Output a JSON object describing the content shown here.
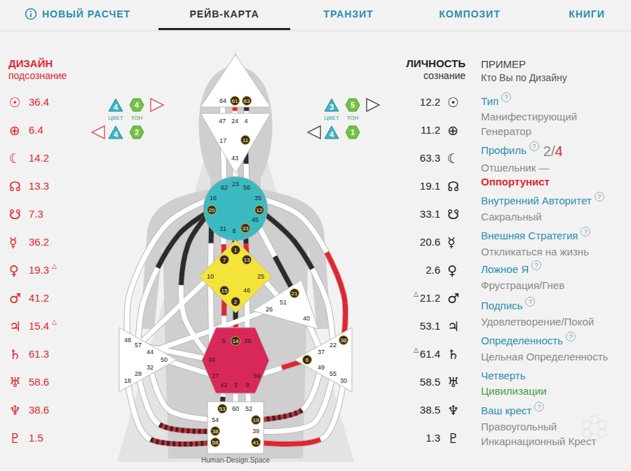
{
  "diagram": {
    "nodes": [
      {
        "text": [
          "64",
          "61",
          "63"
        ]
      },
      {
        "text": [
          "47",
          "24",
          "4",
          "17",
          "11",
          "43"
        ]
      },
      {
        "text": [
          "62",
          "23",
          "56",
          "16",
          "35",
          "20",
          "12",
          "31",
          "8",
          "33",
          "45"
        ]
      },
      {
        "text": [
          "1",
          "7",
          "13",
          "10",
          "25",
          "15",
          "46",
          "2"
        ]
      },
      {
        "text": [
          "21",
          "51",
          "26",
          "40"
        ]
      },
      {
        "text": [
          "48",
          "57",
          "44",
          "50",
          "32",
          "28",
          "18"
        ]
      },
      {
        "text": [
          "5",
          "14",
          "29",
          "34",
          "59",
          "27",
          "42",
          "3",
          "9"
        ]
      },
      {
        "text": [
          "36",
          "22",
          "37",
          "6",
          "49",
          "55",
          "30"
        ]
      },
      {
        "text": [
          "53",
          "60",
          "52",
          "54",
          "19",
          "38",
          "39",
          "58",
          "41"
        ]
      },
      {
        "text": [
          "4"
        ]
      },
      {
        "text": [
          "4"
        ]
      },
      {
        "text": [
          "4"
        ]
      },
      {
        "text": [
          "2"
        ]
      },
      {
        "text": [
          "3"
        ]
      },
      {
        "text": [
          "5"
        ]
      },
      {
        "text": [
          "4"
        ]
      },
      {
        "text": [
          "1"
        ]
      }
    ],
    "edges": [
      {
        "from": 0,
        "to": 1,
        "arrow": "none"
      },
      {
        "from": 0,
        "to": 1,
        "arrow": "none"
      },
      {
        "from": 0,
        "to": 1,
        "arrow": "none"
      },
      {
        "from": 1,
        "to": 2,
        "arrow": "none"
      },
      {
        "from": 1,
        "to": 2,
        "arrow": "none"
      },
      {
        "from": 1,
        "to": 2,
        "arrow": "none"
      },
      {
        "from": 2,
        "to": 3,
        "arrow": "none"
      },
      {
        "from": 2,
        "to": 3,
        "arrow": "none"
      },
      {
        "from": 2,
        "to": 3,
        "arrow": "none"
      },
      {
        "from": 2,
        "to": 5,
        "arrow": "none"
      },
      {
        "from": 2,
        "to": 5,
        "arrow": "none"
      },
      {
        "from": 2,
        "to": 6,
        "arrow": "none"
      },
      {
        "from": 2,
        "to": 3,
        "arrow": "none"
      },
      {
        "from": 2,
        "to": 4,
        "arrow": "none"
      },
      {
        "from": 2,
        "to": 7,
        "arrow": "none"
      },
      {
        "from": 2,
        "to": 7,
        "arrow": "none"
      },
      {
        "from": 3,
        "to": 4,
        "arrow": "none"
      },
      {
        "from": 3,
        "to": 6,
        "arrow": "none"
      },
      {
        "from": 3,
        "to": 6,
        "arrow": "none"
      },
      {
        "from": 3,
        "to": 6,
        "arrow": "none"
      },
      {
        "from": 3,
        "to": 5,
        "arrow": "none"
      },
      {
        "from": 3,
        "to": 6,
        "arrow": "none"
      },
      {
        "from": 4,
        "to": 5,
        "arrow": "none"
      },
      {
        "from": 4,
        "to": 7,
        "arrow": "none"
      },
      {
        "from": 5,
        "to": 6,
        "arrow": "none"
      },
      {
        "from": 5,
        "to": 6,
        "arrow": "none"
      },
      {
        "from": 5,
        "to": 8,
        "arrow": "none"
      },
      {
        "from": 5,
        "to": 8,
        "arrow": "none"
      },
      {
        "from": 5,
        "to": 8,
        "arrow": "none"
      },
      {
        "from": 6,
        "to": 8,
        "arrow": "none"
      },
      {
        "from": 6,
        "to": 8,
        "arrow": "none"
      },
      {
        "from": 6,
        "to": 8,
        "arrow": "none"
      },
      {
        "from": 6,
        "to": 7,
        "arrow": "none"
      },
      {
        "from": 7,
        "to": 8,
        "arrow": "none"
      },
      {
        "from": 7,
        "to": 8,
        "arrow": "none"
      },
      {
        "from": 7,
        "to": 8,
        "arrow": "none"
      }
    ],
    "labels": [
      "НОВЫЙ РАСЧЕТ",
      "РЕЙВ-КАРТА",
      "ТРАНЗИТ",
      "КОМПОЗИТ",
      "КНИГИ",
      "ДИЗАЙН",
      "подсознание",
      "ЛИЧНОСТЬ",
      "сознание",
      "ПРИМЕР",
      "Кто Вы по Дизайну",
      "ЦВЕТ",
      "ТОН",
      "ЦВЕТ",
      "ТОН",
      "☉",
      "36.4",
      "⊕",
      "6.4",
      "☾",
      "14.2",
      "☊",
      "13.3",
      "☋",
      "7.3",
      "☿",
      "36.2",
      "♀",
      "19.3",
      "♂",
      "41.2",
      "♃",
      "15.4",
      "♄",
      "61.3",
      "♅",
      "58.6",
      "♆",
      "38.6",
      "♇",
      "1.5",
      "△",
      "△",
      "12.2",
      "☉",
      "11.2",
      "⊕",
      "63.3",
      "☾",
      "19.1",
      "☊",
      "33.1",
      "☋",
      "20.6",
      "☿",
      "2.6",
      "♀",
      "21.2",
      "♂",
      "53.1",
      "♃",
      "61.4",
      "♄",
      "58.5",
      "♅",
      "38.5",
      "♆",
      "1.3",
      "♇",
      "△",
      "△",
      "Тип",
      "?",
      "Манифестирующий Генератор",
      "Профиль",
      "?",
      "2/",
      "4",
      "Отшельник —",
      "Оппортунист",
      "Внутренний Авторитет",
      "?",
      "Сакральный",
      "Внешняя Стратегия",
      "?",
      "Откликаться на жизнь",
      "Ложное Я",
      "?",
      "Фрустрация/Гнев",
      "Подпись",
      "?",
      "Удовлетворение/Покой",
      "Определенность",
      "?",
      "Цельная Определенность",
      "Четверть",
      "Цивилизации",
      "Ваш крест",
      "?",
      "Правоугольный Инкарнационный Крест",
      "Human-Design.Space"
    ]
  }
}
